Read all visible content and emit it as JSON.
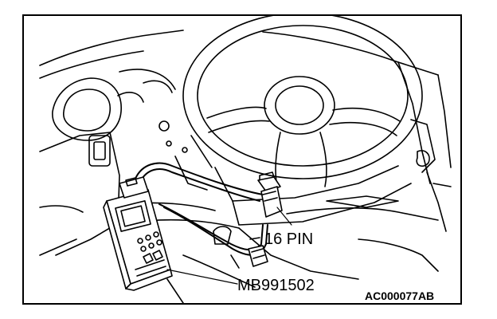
{
  "diagram": {
    "callouts": {
      "connector": "16 PIN",
      "tool": "MB991502"
    },
    "figure_id": "AC000077AB"
  }
}
